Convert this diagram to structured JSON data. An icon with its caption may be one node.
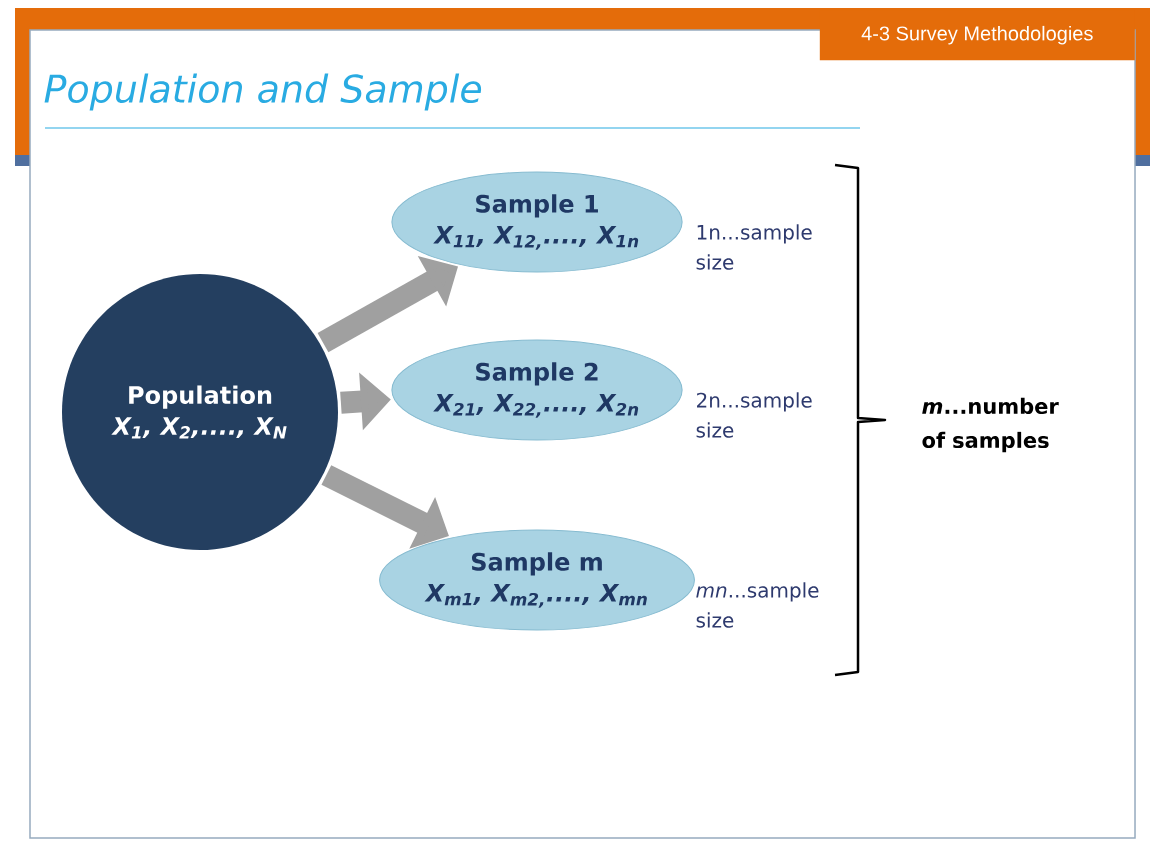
{
  "diagram": {
    "title": "Population and Sample",
    "nodes": [
      {
        "text": [
          "Population",
          "X$_{1}$, X$_{2}$,...., X$_{N}$"
        ]
      },
      {
        "text": [
          "Sample 1",
          "X$_{11}$, X$_{12,}$...., X$_{1n}$"
        ],
        "beside": [
          "1n...sample size"
        ]
      },
      {
        "text": [
          "Sample 2",
          "X$_{21}$, X$_{22,}$...., X$_{2n}$"
        ],
        "beside": [
          "2n...sample size"
        ]
      },
      {
        "text": [
          "Sample m",
          "X$_{m1}$, X$_{m2,}$...., X$_{mn}$"
        ],
        "beside": [
          "*mn*...sample size"
        ]
      }
    ],
    "edges": [
      {
        "from": 0,
        "to": 1,
        "arrow": "to"
      },
      {
        "from": 0,
        "to": 2,
        "arrow": "to"
      },
      {
        "from": 0,
        "to": 3,
        "arrow": "to"
      }
    ],
    "labels": [
      "4-3 Survey Methodologies",
      "*m*...number of samples"
    ]
  }
}
